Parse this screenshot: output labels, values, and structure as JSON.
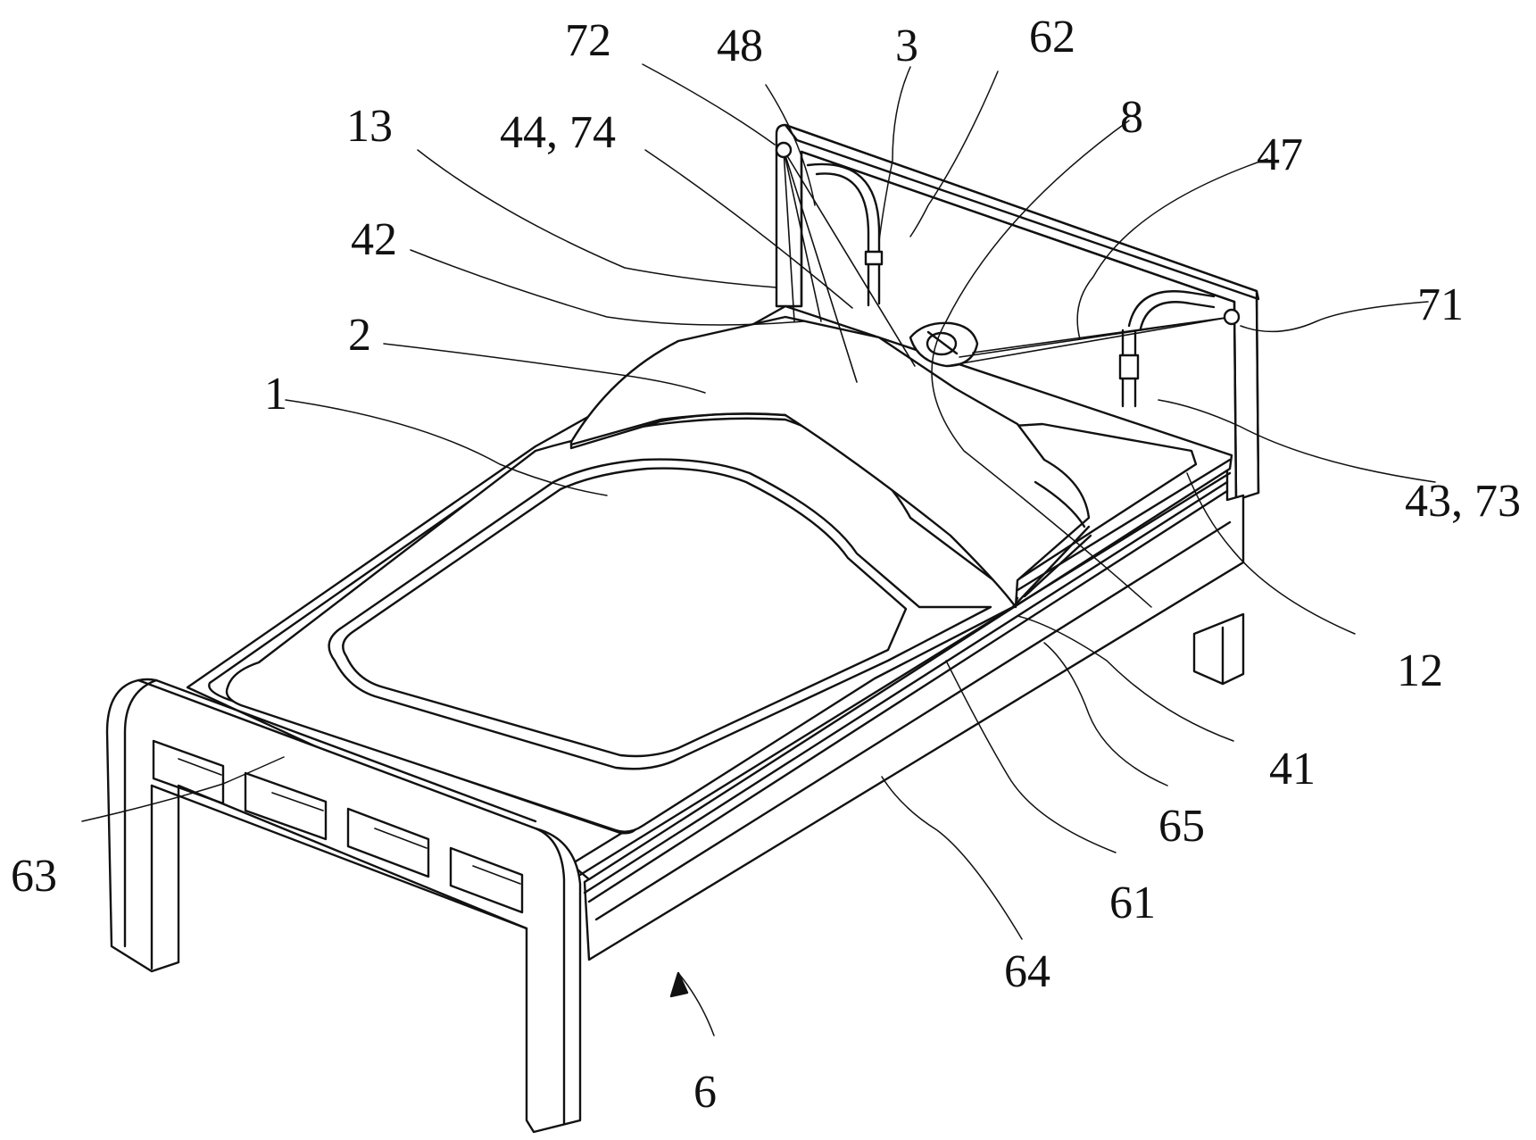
{
  "colors": {
    "line": "#111111",
    "background": "#ffffff"
  },
  "labels": [
    {
      "id": "72",
      "text": "72"
    },
    {
      "id": "48",
      "text": "48"
    },
    {
      "id": "3",
      "text": "3"
    },
    {
      "id": "62",
      "text": "62"
    },
    {
      "id": "13",
      "text": "13"
    },
    {
      "id": "44_74",
      "text": "44, 74"
    },
    {
      "id": "8",
      "text": "8"
    },
    {
      "id": "47",
      "text": "47"
    },
    {
      "id": "42",
      "text": "42"
    },
    {
      "id": "71",
      "text": "71"
    },
    {
      "id": "2",
      "text": "2"
    },
    {
      "id": "1",
      "text": "1"
    },
    {
      "id": "43_73",
      "text": "43, 73"
    },
    {
      "id": "12",
      "text": "12"
    },
    {
      "id": "41",
      "text": "41"
    },
    {
      "id": "65",
      "text": "65"
    },
    {
      "id": "61",
      "text": "61"
    },
    {
      "id": "63",
      "text": "63"
    },
    {
      "id": "64",
      "text": "64"
    },
    {
      "id": "6",
      "text": "6"
    }
  ]
}
